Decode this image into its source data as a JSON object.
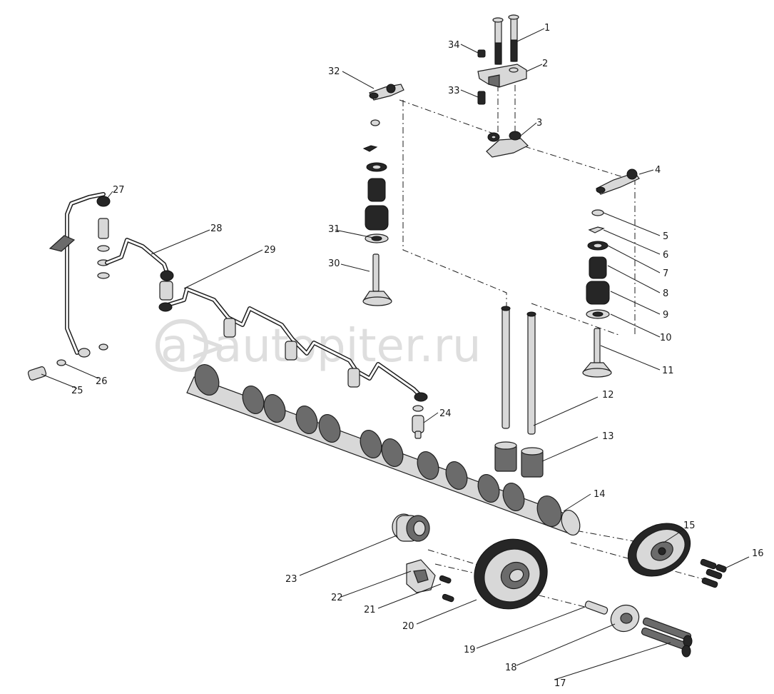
{
  "watermark": {
    "glyph": "a>",
    "text": "autopiter.ru"
  },
  "callouts": [
    {
      "id": "1",
      "text": "1"
    },
    {
      "id": "2",
      "text": "2"
    },
    {
      "id": "3",
      "text": "3"
    },
    {
      "id": "4",
      "text": "4"
    },
    {
      "id": "5",
      "text": "5"
    },
    {
      "id": "6",
      "text": "6"
    },
    {
      "id": "7",
      "text": "7"
    },
    {
      "id": "8",
      "text": "8"
    },
    {
      "id": "9",
      "text": "9"
    },
    {
      "id": "10",
      "text": "10"
    },
    {
      "id": "11",
      "text": "11"
    },
    {
      "id": "12",
      "text": "12"
    },
    {
      "id": "13",
      "text": "13"
    },
    {
      "id": "14",
      "text": "14"
    },
    {
      "id": "15",
      "text": "15"
    },
    {
      "id": "16",
      "text": "16"
    },
    {
      "id": "17",
      "text": "17"
    },
    {
      "id": "18",
      "text": "18"
    },
    {
      "id": "19",
      "text": "19"
    },
    {
      "id": "20",
      "text": "20"
    },
    {
      "id": "21",
      "text": "21"
    },
    {
      "id": "22",
      "text": "22"
    },
    {
      "id": "23",
      "text": "23"
    },
    {
      "id": "24",
      "text": "24"
    },
    {
      "id": "25",
      "text": "25"
    },
    {
      "id": "26",
      "text": "26"
    },
    {
      "id": "27",
      "text": "27"
    },
    {
      "id": "28",
      "text": "28"
    },
    {
      "id": "29",
      "text": "29"
    },
    {
      "id": "30",
      "text": "30"
    },
    {
      "id": "31",
      "text": "31"
    },
    {
      "id": "32",
      "text": "32"
    },
    {
      "id": "33",
      "text": "33"
    },
    {
      "id": "34",
      "text": "34"
    }
  ]
}
